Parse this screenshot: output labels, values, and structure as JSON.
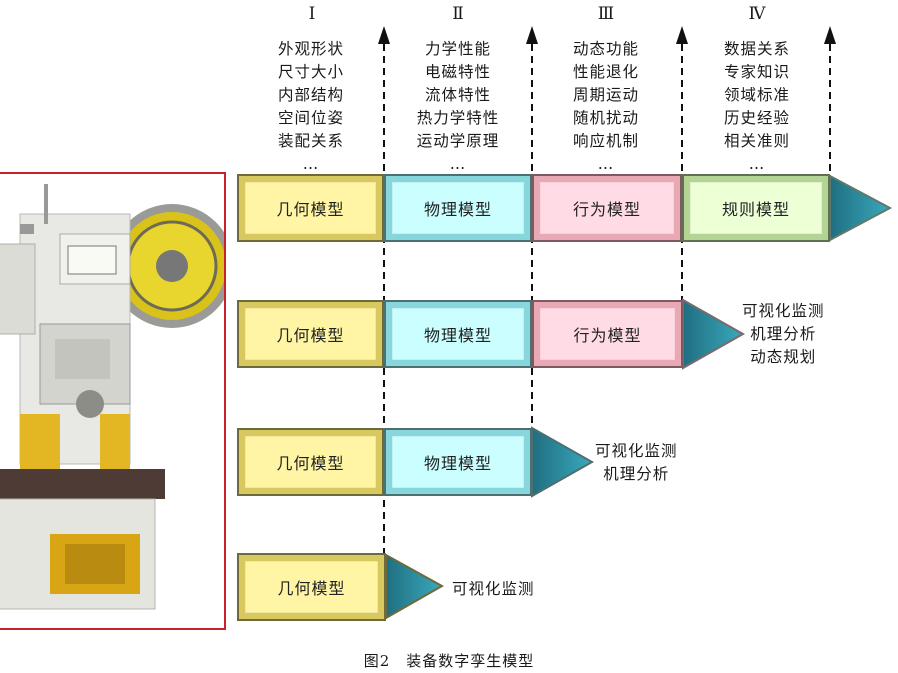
{
  "phases": [
    {
      "label": "Ⅰ",
      "items": [
        "外观形状",
        "尺寸大小",
        "内部结构",
        "空间位姿",
        "装配关系",
        "…"
      ]
    },
    {
      "label": "Ⅱ",
      "items": [
        "力学性能",
        "电磁特性",
        "流体特性",
        "热力学特性",
        "运动学原理",
        "…"
      ]
    },
    {
      "label": "Ⅲ",
      "items": [
        "动态功能",
        "性能退化",
        "周期运动",
        "随机扰动",
        "响应机制",
        "…"
      ]
    },
    {
      "label": "Ⅳ",
      "items": [
        "数据关系",
        "专家知识",
        "领域标准",
        "历史经验",
        "相关准则",
        "…"
      ]
    }
  ],
  "models": {
    "geometric": "几何模型",
    "physical": "物理模型",
    "behavioral": "行为模型",
    "rule": "规则模型"
  },
  "applications": {
    "row2": [
      "可视化监测",
      "机理分析",
      "动态规划"
    ],
    "row3": [
      "可视化监测",
      "机理分析"
    ],
    "row4": [
      "可视化监测"
    ]
  },
  "caption": "图2　装备数字孪生模型",
  "colors": {
    "geometric": "#f2e79b",
    "physical": "#bff0f3",
    "behavioral": "#fbd0d8",
    "rule": "#dff2c9",
    "arrow": "#2a8fa3",
    "photo_border": "#c9202a"
  }
}
